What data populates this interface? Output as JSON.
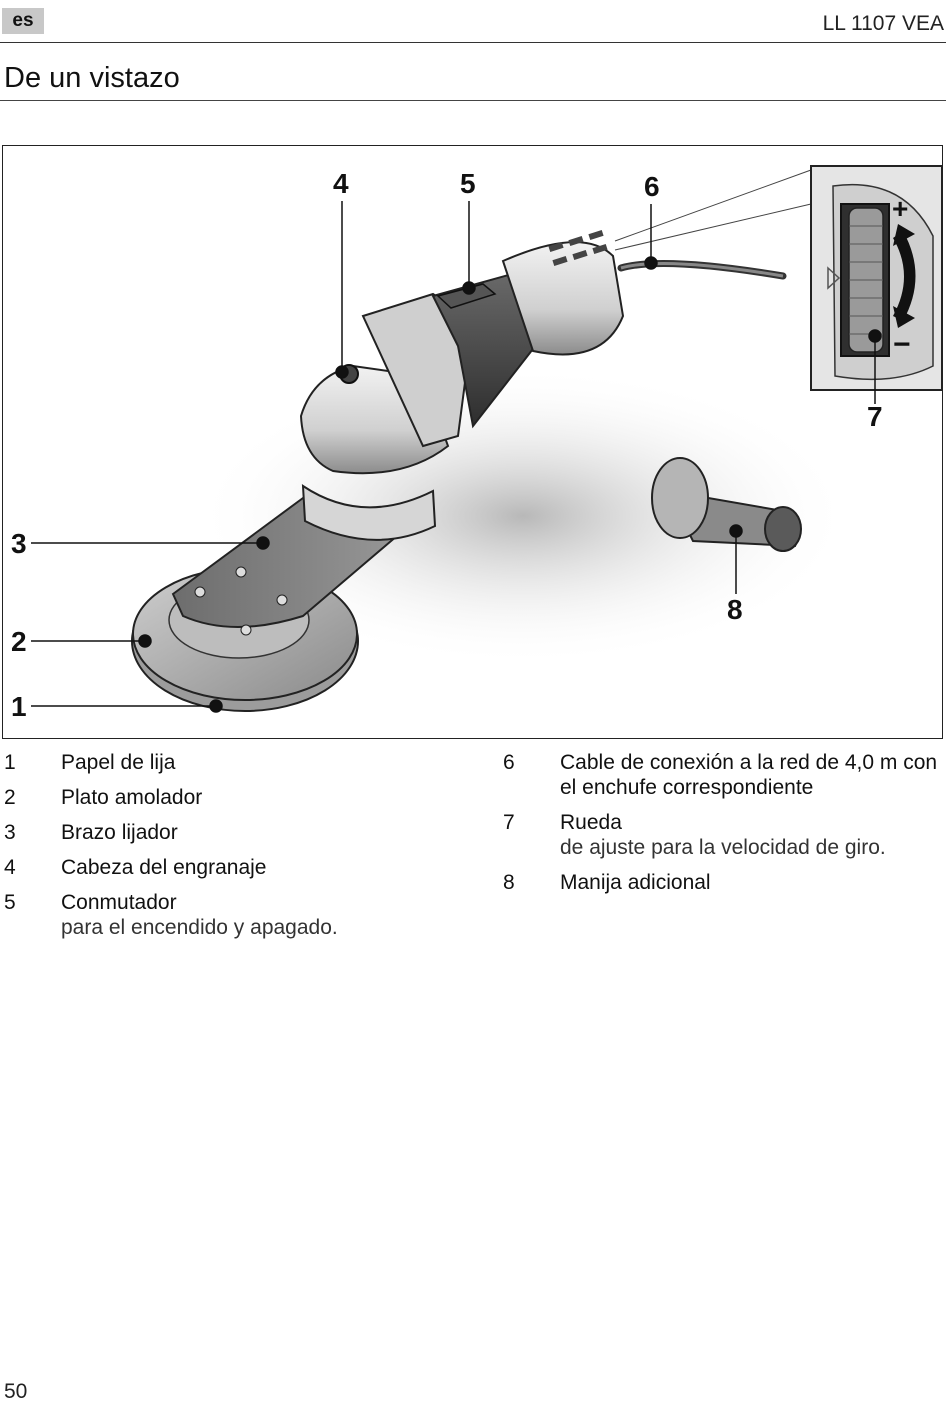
{
  "header": {
    "language": "es",
    "model": "LL 1107 VEA"
  },
  "section_title": "De un vistazo",
  "figure": {
    "callouts": [
      "1",
      "2",
      "3",
      "4",
      "5",
      "6",
      "7",
      "8"
    ],
    "wheel_plus": "+",
    "wheel_minus": "−"
  },
  "legend": {
    "left": [
      {
        "num": "1",
        "term": "Papel de lija",
        "desc": ""
      },
      {
        "num": "2",
        "term": "Plato amolador",
        "desc": ""
      },
      {
        "num": "3",
        "term": "Brazo lijador",
        "desc": ""
      },
      {
        "num": "4",
        "term": "Cabeza del engranaje",
        "desc": ""
      },
      {
        "num": "5",
        "term": "Conmutador",
        "desc": "para el encendido y apagado."
      }
    ],
    "right": [
      {
        "num": "6",
        "term": "Cable de conexión a la red de 4,0 m con el enchufe correspondiente",
        "desc": ""
      },
      {
        "num": "7",
        "term": "Rueda",
        "desc": "de ajuste para la velocidad de giro."
      },
      {
        "num": "8",
        "term": "Manija adicional",
        "desc": ""
      }
    ]
  },
  "page_number": "50"
}
